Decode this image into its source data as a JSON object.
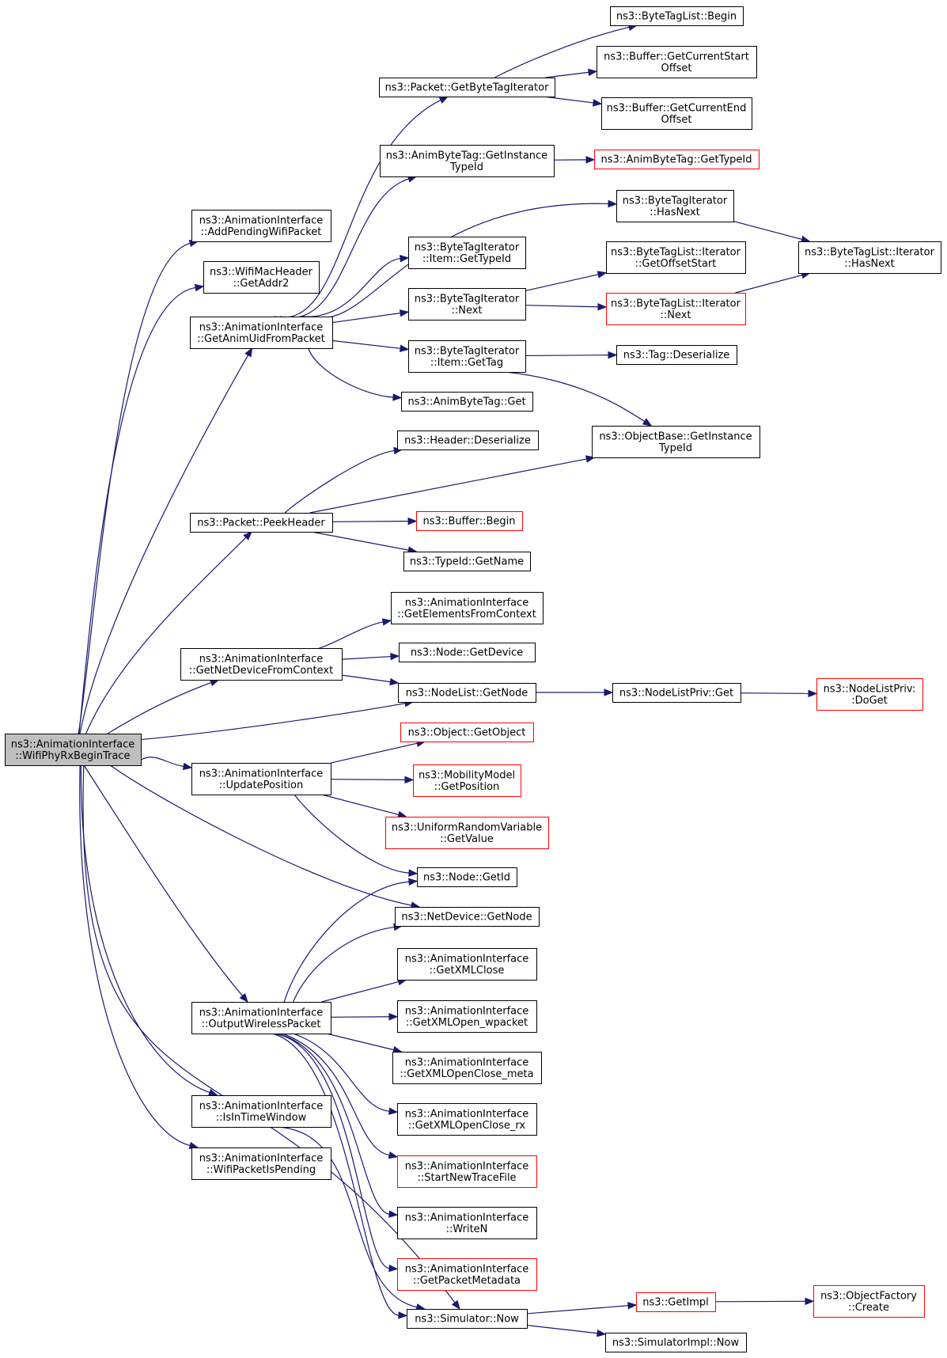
{
  "nodes": [
    {
      "id": "root",
      "lines": [
        "ns3::AnimationInterface",
        "::WifiPhyRxBeginTrace"
      ],
      "style": "root"
    },
    {
      "id": "addPending",
      "lines": [
        "ns3::AnimationInterface",
        "::AddPendingWifiPacket"
      ]
    },
    {
      "id": "getAddr2",
      "lines": [
        "ns3::WifiMacHeader",
        "::GetAddr2"
      ]
    },
    {
      "id": "getAnimUid",
      "lines": [
        "ns3::AnimationInterface",
        "::GetAnimUidFromPacket"
      ]
    },
    {
      "id": "peekHeader",
      "lines": [
        "ns3::Packet::PeekHeader"
      ]
    },
    {
      "id": "getNetDevice",
      "lines": [
        "ns3::AnimationInterface",
        "::GetNetDeviceFromContext"
      ]
    },
    {
      "id": "updatePos",
      "lines": [
        "ns3::AnimationInterface",
        "::UpdatePosition"
      ]
    },
    {
      "id": "outputWireless",
      "lines": [
        "ns3::AnimationInterface",
        "::OutputWirelessPacket"
      ]
    },
    {
      "id": "isInTime",
      "lines": [
        "ns3::AnimationInterface",
        "::IsInTimeWindow"
      ]
    },
    {
      "id": "wifiPending",
      "lines": [
        "ns3::AnimationInterface",
        "::WifiPacketIsPending"
      ]
    },
    {
      "id": "getByteTagIt",
      "lines": [
        "ns3::Packet::GetByteTagIterator"
      ]
    },
    {
      "id": "animGetInst",
      "lines": [
        "ns3::AnimByteTag::GetInstance",
        "TypeId"
      ]
    },
    {
      "id": "itemGetTypeId",
      "lines": [
        "ns3::ByteTagIterator",
        "::Item::GetTypeId"
      ]
    },
    {
      "id": "btiNext",
      "lines": [
        "ns3::ByteTagIterator",
        "::Next"
      ]
    },
    {
      "id": "itemGetTag",
      "lines": [
        "ns3::ByteTagIterator",
        "::Item::GetTag"
      ]
    },
    {
      "id": "animGet",
      "lines": [
        "ns3::AnimByteTag::Get"
      ]
    },
    {
      "id": "headerDeser",
      "lines": [
        "ns3::Header::Deserialize"
      ]
    },
    {
      "id": "bufferBegin",
      "lines": [
        "ns3::Buffer::Begin"
      ],
      "style": "red"
    },
    {
      "id": "typeIdGetName",
      "lines": [
        "ns3::TypeId::GetName"
      ]
    },
    {
      "id": "getElements",
      "lines": [
        "ns3::AnimationInterface",
        "::GetElementsFromContext"
      ]
    },
    {
      "id": "nodeGetDevice",
      "lines": [
        "ns3::Node::GetDevice"
      ]
    },
    {
      "id": "nodeListGetNode",
      "lines": [
        "ns3::NodeList::GetNode"
      ]
    },
    {
      "id": "objGetObject",
      "lines": [
        "ns3::Object::GetObject"
      ],
      "style": "red"
    },
    {
      "id": "mobGetPos",
      "lines": [
        "ns3::MobilityModel",
        "::GetPosition"
      ],
      "style": "red"
    },
    {
      "id": "uniformGetValue",
      "lines": [
        "ns3::UniformRandomVariable",
        "::GetValue"
      ],
      "style": "red"
    },
    {
      "id": "nodeGetId",
      "lines": [
        "ns3::Node::GetId"
      ]
    },
    {
      "id": "netDevGetNode",
      "lines": [
        "ns3::NetDevice::GetNode"
      ]
    },
    {
      "id": "xmlClose",
      "lines": [
        "ns3::AnimationInterface",
        "::GetXMLClose"
      ]
    },
    {
      "id": "xmlOpenW",
      "lines": [
        "ns3::AnimationInterface",
        "::GetXMLOpen_wpacket"
      ]
    },
    {
      "id": "xmlOCMeta",
      "lines": [
        "ns3::AnimationInterface",
        "::GetXMLOpenClose_meta"
      ]
    },
    {
      "id": "xmlOCRx",
      "lines": [
        "ns3::AnimationInterface",
        "::GetXMLOpenClose_rx"
      ]
    },
    {
      "id": "startNewTrace",
      "lines": [
        "ns3::AnimationInterface",
        "::StartNewTraceFile"
      ],
      "style": "red"
    },
    {
      "id": "writeN",
      "lines": [
        "ns3::AnimationInterface",
        "::WriteN"
      ]
    },
    {
      "id": "getPacketMeta",
      "lines": [
        "ns3::AnimationInterface",
        "::GetPacketMetadata"
      ],
      "style": "red"
    },
    {
      "id": "simNow",
      "lines": [
        "ns3::Simulator::Now"
      ]
    },
    {
      "id": "btlBegin",
      "lines": [
        "ns3::ByteTagList::Begin"
      ]
    },
    {
      "id": "bufGetStart",
      "lines": [
        "ns3::Buffer::GetCurrentStart",
        "Offset"
      ]
    },
    {
      "id": "bufGetEnd",
      "lines": [
        "ns3::Buffer::GetCurrentEnd",
        "Offset"
      ]
    },
    {
      "id": "animGetTypeId",
      "lines": [
        "ns3::AnimByteTag::GetTypeId"
      ],
      "style": "red"
    },
    {
      "id": "btiHasNext",
      "lines": [
        "ns3::ByteTagIterator",
        "::HasNext"
      ]
    },
    {
      "id": "btlItOffset",
      "lines": [
        "ns3::ByteTagList::Iterator",
        "::GetOffsetStart"
      ]
    },
    {
      "id": "btlItNext",
      "lines": [
        "ns3::ByteTagList::Iterator",
        "::Next"
      ],
      "style": "red"
    },
    {
      "id": "tagDeser",
      "lines": [
        "ns3::Tag::Deserialize"
      ]
    },
    {
      "id": "objBaseGetInst",
      "lines": [
        "ns3::ObjectBase::GetInstance",
        "TypeId"
      ]
    },
    {
      "id": "nodeListPrivGet",
      "lines": [
        "ns3::NodeListPriv::Get"
      ]
    },
    {
      "id": "getImpl",
      "lines": [
        "ns3::GetImpl"
      ],
      "style": "red"
    },
    {
      "id": "simImplNow",
      "lines": [
        "ns3::SimulatorImpl::Now"
      ]
    },
    {
      "id": "btlItHasNext",
      "lines": [
        "ns3::ByteTagList::Iterator",
        "::HasNext"
      ]
    },
    {
      "id": "nodeListPrivDoGet",
      "lines": [
        "ns3::NodeListPriv:",
        ":DoGet"
      ],
      "style": "red"
    },
    {
      "id": "objFactCreate",
      "lines": [
        "ns3::ObjectFactory",
        "::Create"
      ],
      "style": "red"
    }
  ]
}
